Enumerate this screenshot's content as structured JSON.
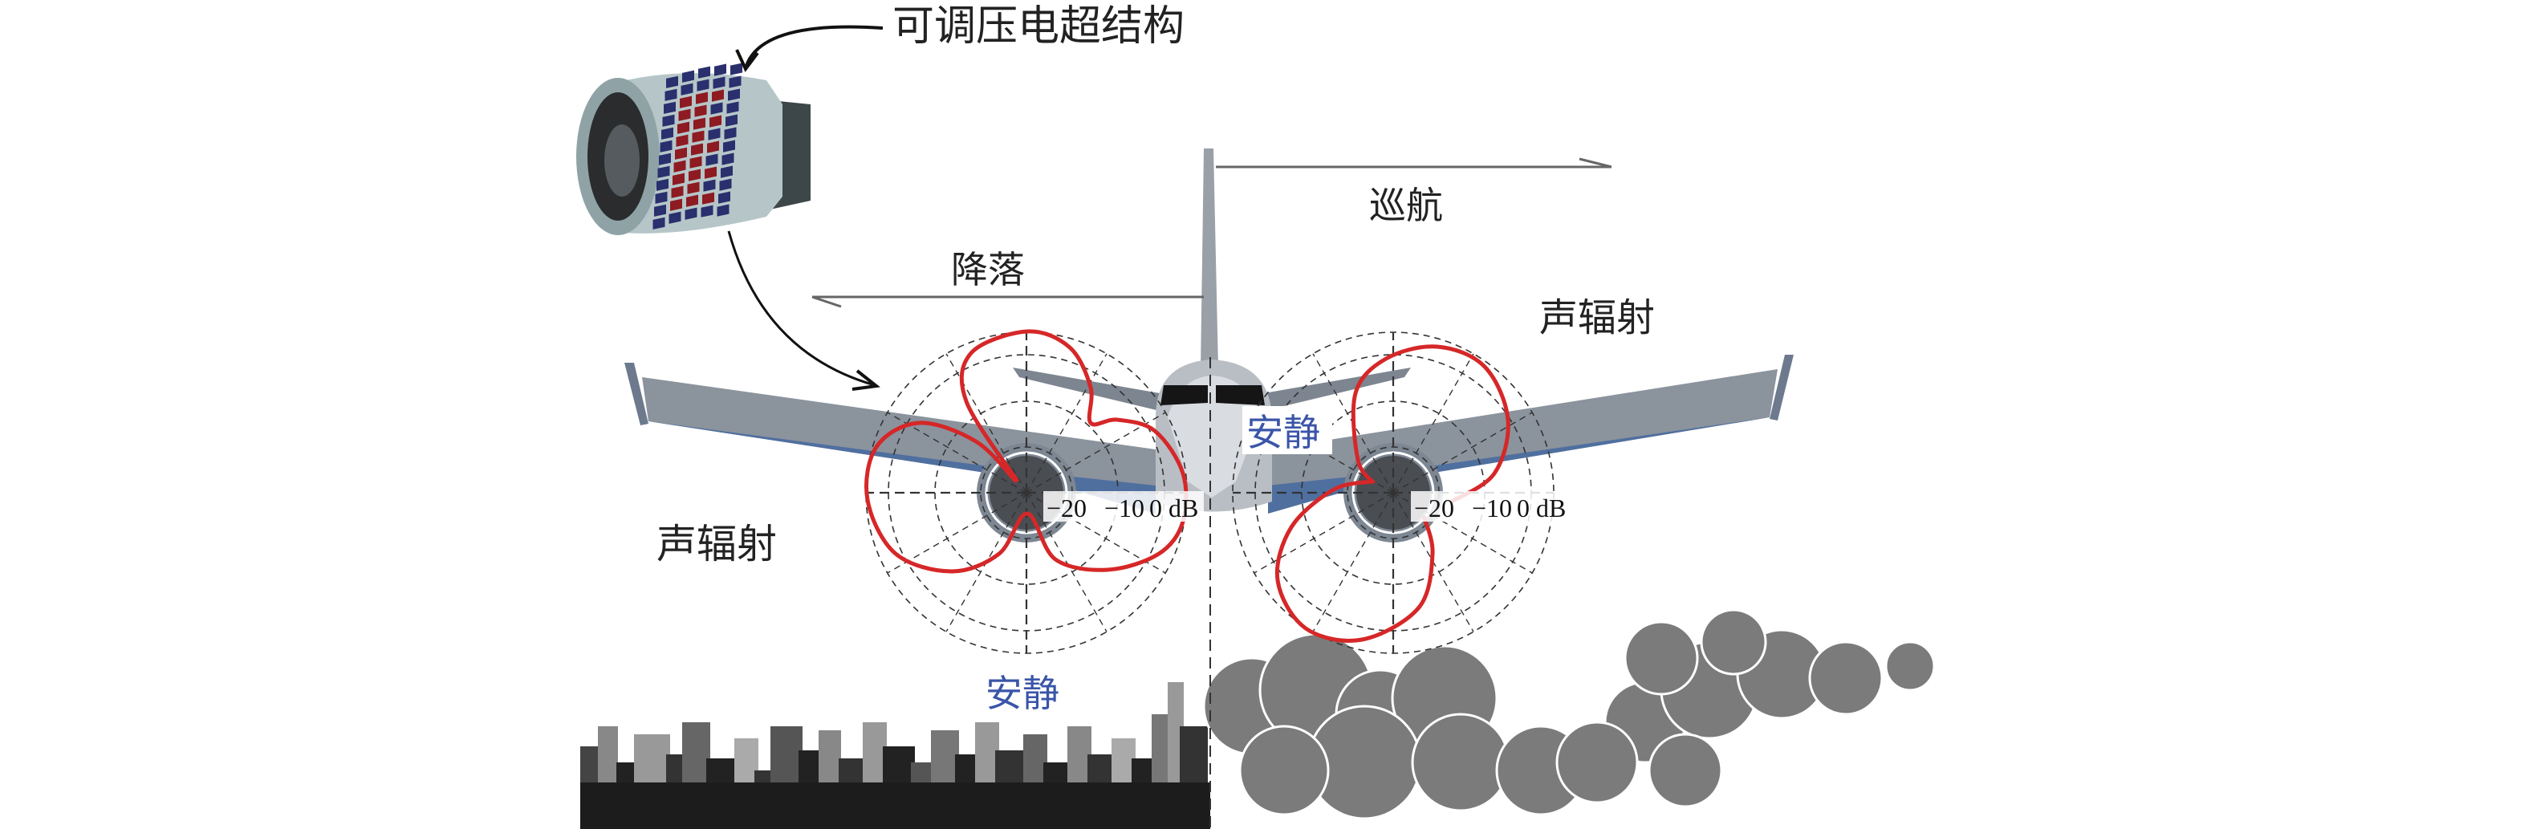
{
  "labels": {
    "structure": "可调压电超结构",
    "cruise": "巡航",
    "landing": "降落",
    "radiation_right": "声辐射",
    "radiation_left": "声辐射",
    "quiet_right": "安静",
    "quiet_left": "安静"
  },
  "polar_left": {
    "ticks": [
      "−20",
      "−10",
      "0 dB"
    ]
  },
  "polar_right": {
    "ticks": [
      "−20",
      "−10",
      "0 dB"
    ]
  },
  "colors": {
    "directivity_curve": "#d62728",
    "quiet_text": "#3a55a8",
    "metamaterial_cell_a": "#2a2f6e",
    "metamaterial_cell_b": "#8e1b22",
    "city": "#1c1c1c",
    "cloud": "#7b7b7b"
  }
}
